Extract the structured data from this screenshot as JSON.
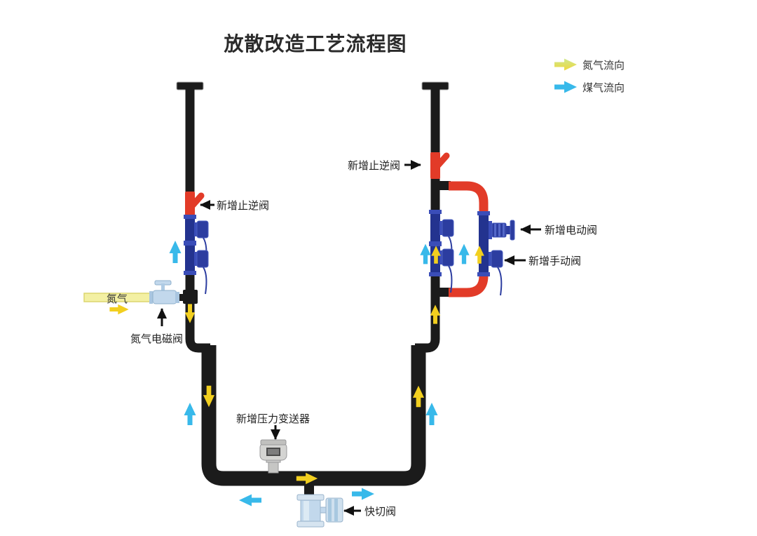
{
  "title": "放散改造工艺流程图",
  "legend": {
    "items": [
      {
        "label": "氮气流向",
        "color": "#d9e878"
      },
      {
        "label": "煤气流向",
        "color": "#38b9ea"
      }
    ]
  },
  "annotations": {
    "left_check_valve": "新增止逆阀",
    "right_check_valve": "新增止逆阀",
    "nitrogen": "氮气",
    "nitrogen_solenoid_valve": "氮气电磁阀",
    "electric_valve": "新增电动阀",
    "manual_valve": "新增手动阀",
    "pressure_transmitter": "新增压力变送器",
    "quick_cut_valve": "快切阀"
  },
  "colors": {
    "pipe_black": "#1b1b1b",
    "new_equipment_red": "#e23b28",
    "valve_blue": "#23338f",
    "nitrogen_pipe_yellow": "#f3f0a3",
    "nitrogen_flow_yellow": "#f2cf1f",
    "gas_flow_cyan": "#38b9ea",
    "instrument_lightblue": "#c2d8ec",
    "transmitter_gray": "#d4d4d2",
    "label_text": "#222222"
  }
}
